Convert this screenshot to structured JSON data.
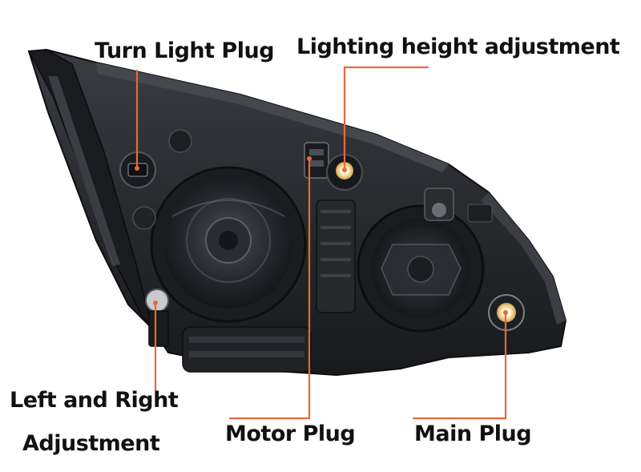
{
  "callouts": {
    "turn_light_plug": "Turn Light Plug",
    "lighting_height_adjustment": "Lighting height adjustment",
    "left_right_adjustment_line1": "Left and Right",
    "left_right_adjustment_line2": "Adjustment",
    "motor_plug": "Motor Plug",
    "main_plug": "Main Plug"
  },
  "colors": {
    "leader_line": "#e8683a",
    "housing": "#2a2c30",
    "label_text": "#111111"
  }
}
